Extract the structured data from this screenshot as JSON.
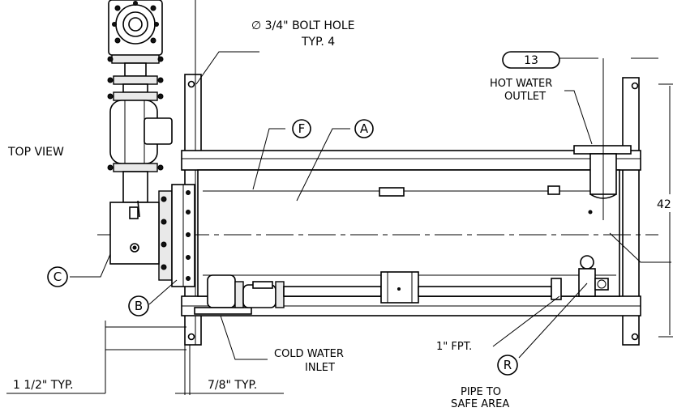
{
  "view_title": "TOP VIEW",
  "callouts": {
    "bolt_hole_line1": "∅ 3/4\" BOLT HOLE",
    "bolt_hole_line2": "TYP. 4",
    "hot_water_line1": "HOT WATER",
    "hot_water_line2": "OUTLET",
    "cold_water_line1": "COLD WATER",
    "cold_water_line2": "INLET",
    "fpt": "1\" FPT.",
    "pipe_line1": "PIPE TO",
    "pipe_line2": "SAFE AREA"
  },
  "dimensions": {
    "left_edge": "1 1/2\" TYP.",
    "bottom_edge": "7/8\" TYP.",
    "height_partial": "42",
    "outlet_offset": "13"
  },
  "balloons": {
    "a": "A",
    "b": "B",
    "c": "C",
    "f": "F",
    "r": "R"
  }
}
